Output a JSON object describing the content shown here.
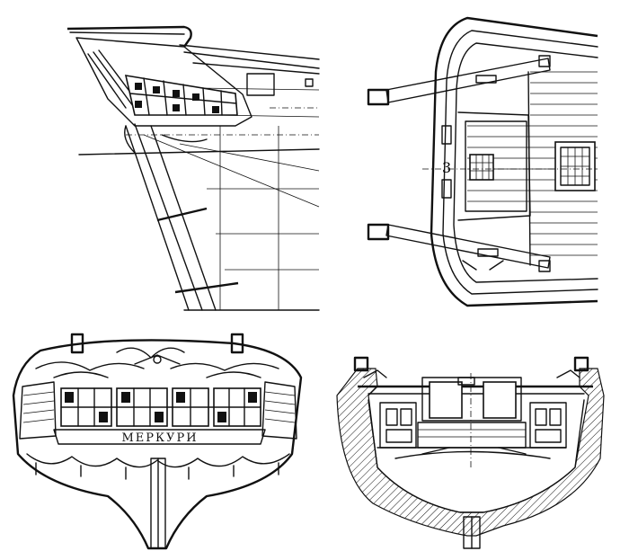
{
  "figure": {
    "stern_name": "МЕРКУРИ",
    "deck_mark": "3",
    "ink_color": "#111111",
    "paper_color": "#ffffff"
  },
  "views": [
    {
      "id": "stern-side-view"
    },
    {
      "id": "stern-deck-plan"
    },
    {
      "id": "stern-transom-view"
    },
    {
      "id": "stern-cross-section"
    }
  ]
}
